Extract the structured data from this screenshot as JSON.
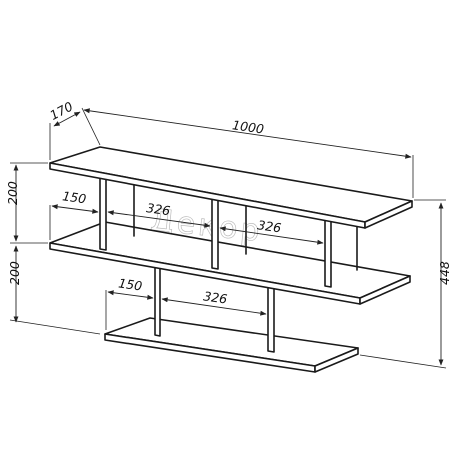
{
  "diagram": {
    "watermark": "Декор",
    "dimensions": {
      "depth": "170",
      "width": "1000",
      "height_upper": "200",
      "height_lower": "200",
      "total_height": "448",
      "upper_side_cell": "150",
      "upper_cell_1": "326",
      "upper_cell_2": "326",
      "lower_side_cell": "150",
      "lower_cell": "326"
    }
  }
}
